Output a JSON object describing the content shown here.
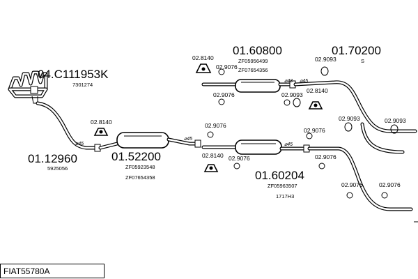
{
  "diagram": {
    "footer_code": "FIAT55780A",
    "parts": [
      {
        "id": "manifold",
        "number": "04.C111953K",
        "refs": [
          "7301274"
        ]
      },
      {
        "id": "front-pipe",
        "number": "01.12960",
        "refs": [
          "5925056"
        ]
      },
      {
        "id": "front-silencer",
        "number": "01.52200",
        "refs": [
          "ZF05923548",
          "ZF07654358"
        ]
      },
      {
        "id": "middle-silencer-upper",
        "number": "01.60800",
        "refs": [
          "ZF05956499",
          "ZF07654356"
        ]
      },
      {
        "id": "rear-silencer-upper",
        "number": "01.70200",
        "refs": [
          "S"
        ]
      },
      {
        "id": "middle-silencer-lower",
        "number": "01.60204",
        "refs": [
          "ZF05963507",
          "1717H3"
        ]
      }
    ],
    "accessories": {
      "clamp": "02.9076",
      "ring": "02.9093",
      "hanger": "02.8140"
    },
    "diameters": [
      "⌀45",
      "⌀45",
      "⌀45",
      "⌀43",
      "⌀45"
    ]
  }
}
